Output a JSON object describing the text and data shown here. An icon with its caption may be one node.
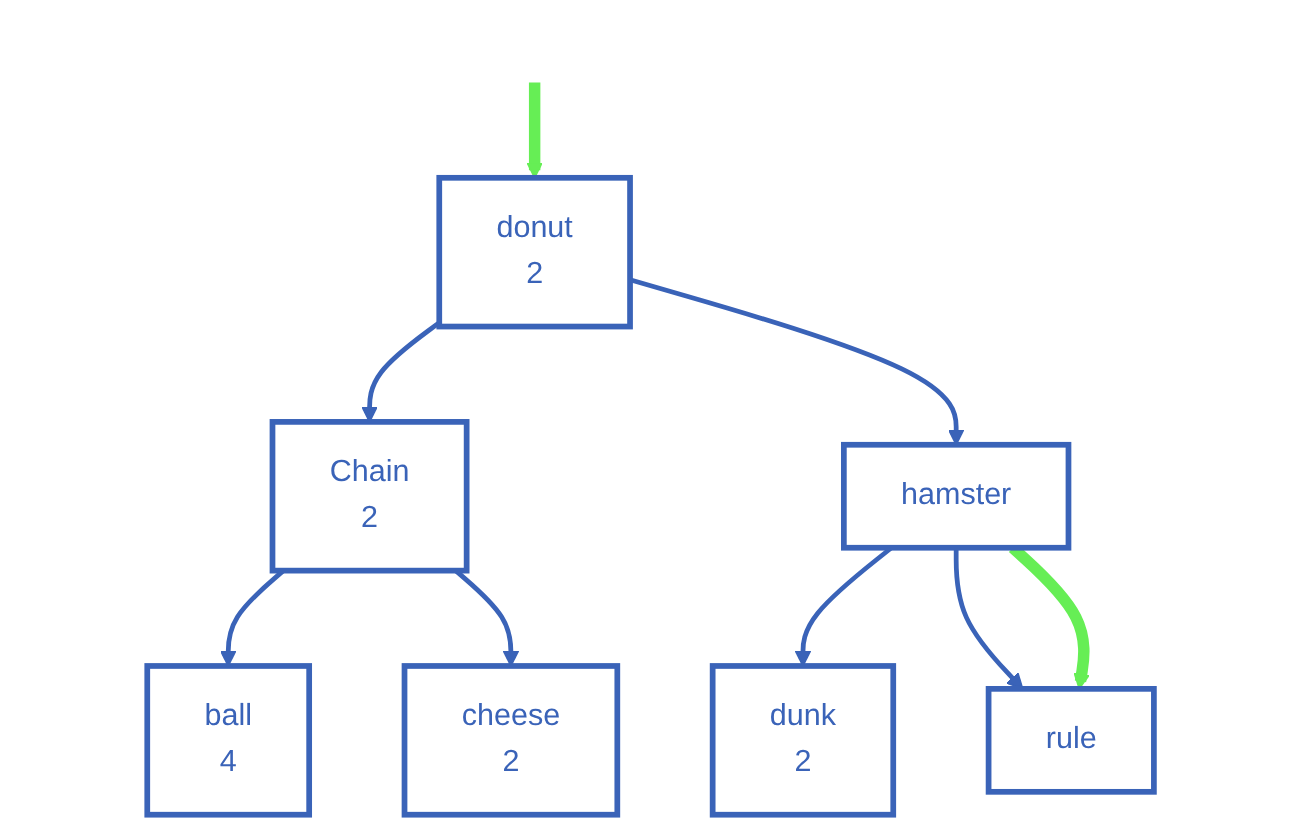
{
  "diagram": {
    "nodes": [
      {
        "text": [
          "donut",
          "2"
        ]
      },
      {
        "text": [
          "Chain",
          "2"
        ]
      },
      {
        "text": [
          "hamster"
        ]
      },
      {
        "text": [
          "ball",
          "4"
        ]
      },
      {
        "text": [
          "cheese",
          "2"
        ]
      },
      {
        "text": [
          "dunk",
          "2"
        ]
      },
      {
        "text": [
          "rule"
        ]
      }
    ],
    "edges": [
      {
        "from": 0,
        "to": 1,
        "arrow": "to"
      },
      {
        "from": 0,
        "to": 2,
        "arrow": "to"
      },
      {
        "from": 1,
        "to": 3,
        "arrow": "to"
      },
      {
        "from": 1,
        "to": 4,
        "arrow": "to"
      },
      {
        "from": 2,
        "to": 5,
        "arrow": "to"
      },
      {
        "from": 2,
        "to": 6,
        "arrow": "to"
      },
      {
        "from": null,
        "to": 0,
        "arrow": "to",
        "style": "thick",
        "color": "#66ee55"
      },
      {
        "from": 2,
        "to": 6,
        "arrow": "to",
        "style": "thick",
        "color": "#66ee55"
      }
    ]
  }
}
